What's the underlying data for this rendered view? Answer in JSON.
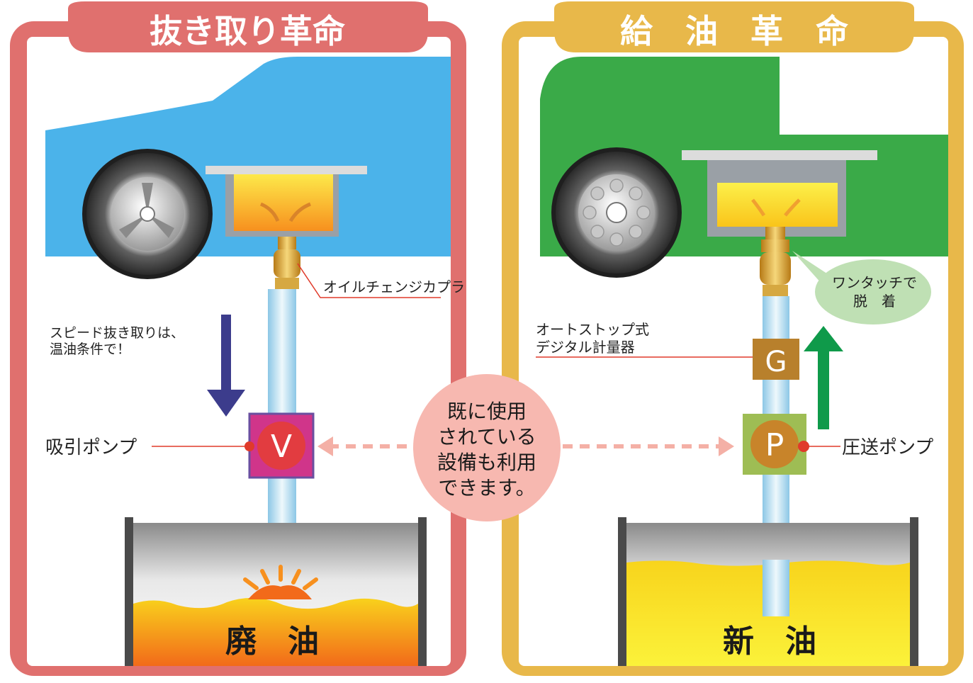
{
  "left_panel": {
    "title": "抜き取り革命",
    "coupler_label": "オイルチェンジカプラ",
    "note_line1": "スピード抜き取りは、",
    "note_line2": "温油条件で！",
    "pump_label": "吸引ポンプ",
    "pump_letter": "V",
    "tank_label": "廃　油"
  },
  "center": {
    "line1": "既に使用",
    "line2": "されている",
    "line3": "設備も利用",
    "line4": "できます。"
  },
  "right_panel": {
    "title": "給　油　革　命",
    "bubble_line1": "ワンタッチで",
    "bubble_line2": "脱　着",
    "meter_label_line1": "オートストップ式",
    "meter_label_line2": "デジタル計量器",
    "meter_letter": "G",
    "pump_label": "圧送ポンプ",
    "pump_letter": "P",
    "tank_label": "新　油"
  },
  "colors": {
    "left_frame": "#e0706e",
    "right_frame": "#e8b84a",
    "left_car": "#4bb3ea",
    "right_car": "#3aaa48",
    "oil_orange": "#f79a1e",
    "oil_yellow": "#f6e61a",
    "pump_v": "#d0358a",
    "pump_p": "#9ebd54",
    "meter_g": "#b8802c",
    "down_arrow": "#3c3c8c",
    "up_arrow": "#0f9a4a",
    "center_circle": "#f7b8b0",
    "bubble": "#bfe0b4"
  }
}
